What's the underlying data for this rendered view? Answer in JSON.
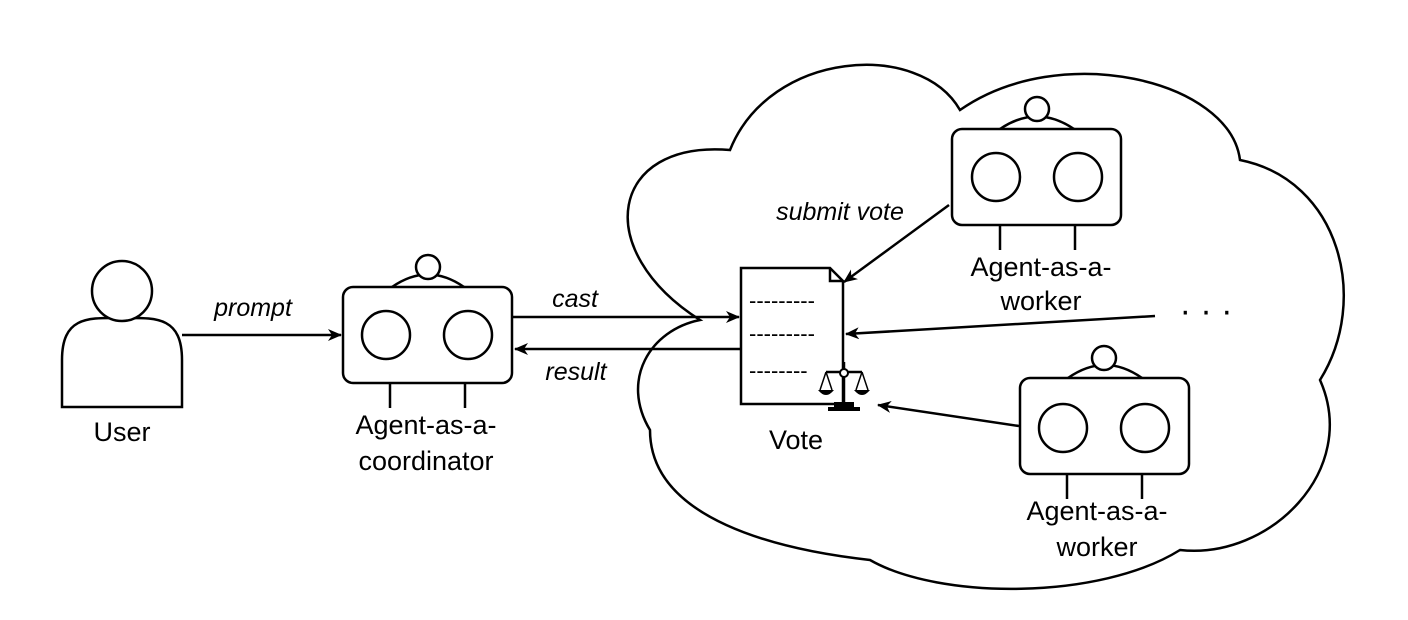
{
  "nodes": {
    "user": {
      "label": "User"
    },
    "coordinator": {
      "label_line1": "Agent-as-a-",
      "label_line2": "coordinator"
    },
    "vote": {
      "label": "Vote",
      "doc_lines": [
        "---------",
        "---------",
        "--------"
      ]
    },
    "worker_top": {
      "label_line1": "Agent-as-a-",
      "label_line2": "worker"
    },
    "worker_bottom": {
      "label_line1": "Agent-as-a-",
      "label_line2": "worker"
    },
    "ellipsis": {
      "label": "· · ·"
    }
  },
  "edges": {
    "prompt": "prompt",
    "cast": "cast",
    "result": "result",
    "submit_vote": "submit vote"
  },
  "icons": [
    "user-icon",
    "robot-icon",
    "document-icon",
    "scales-icon",
    "cloud-shape"
  ]
}
